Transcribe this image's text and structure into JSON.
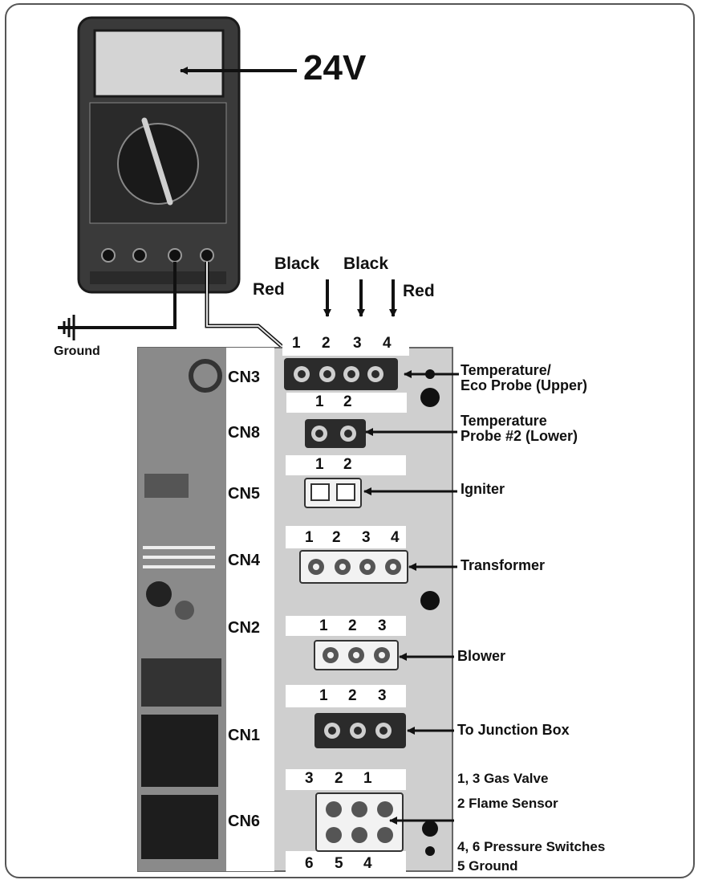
{
  "meter": {
    "reading": "24V",
    "ground_label": "Ground"
  },
  "wire_labels": {
    "red_left": "Red",
    "black_1": "Black",
    "black_2": "Black",
    "red_right": "Red"
  },
  "connectors": [
    {
      "id": "CN3",
      "pins_top": [
        "1",
        "2",
        "3",
        "4"
      ],
      "label": "Temperature/\nEco Probe (Upper)"
    },
    {
      "id": "CN8",
      "pins_top": [
        "1",
        "2"
      ],
      "label": "Temperature\nProbe #2 (Lower)"
    },
    {
      "id": "CN5",
      "pins_top": [
        "1",
        "2"
      ],
      "label": "Igniter"
    },
    {
      "id": "CN4",
      "pins_top": [
        "1",
        "2",
        "3",
        "4"
      ],
      "label": "Transformer"
    },
    {
      "id": "CN2",
      "pins_top": [
        "1",
        "2",
        "3"
      ],
      "label": "Blower"
    },
    {
      "id": "CN1",
      "pins_top": [
        "1",
        "2",
        "3"
      ],
      "label": "To Junction Box"
    },
    {
      "id": "CN6",
      "pins_top": [
        "3",
        "2",
        "1"
      ],
      "pins_bottom": [
        "6",
        "5",
        "4"
      ],
      "label_lines": [
        "1, 3 Gas Valve",
        "2 Flame Sensor",
        "4, 6 Pressure Switches",
        "5 Ground"
      ]
    }
  ],
  "colors": {
    "board": "#cfcfcf",
    "meter_body": "#3a3a3a",
    "connector_white": "#f2f2f2",
    "connector_dark": "#2b2b2b",
    "text": "#111111"
  }
}
